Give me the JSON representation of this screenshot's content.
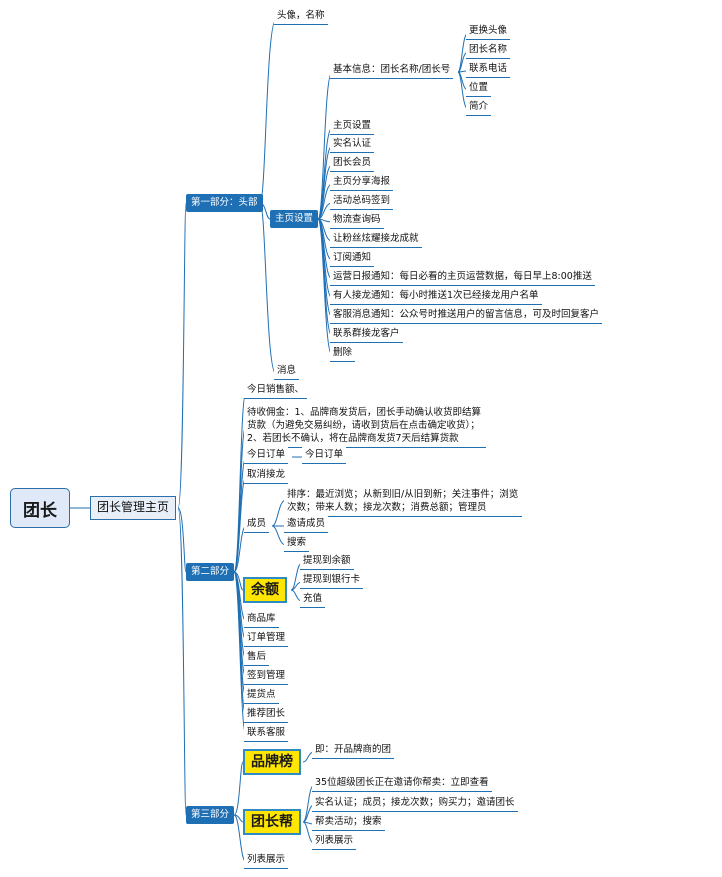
{
  "root": "团长",
  "hub": "团长管理主页",
  "sections": {
    "header": "第一部分：头部",
    "part2": "第二部分",
    "part3": "第三部分"
  },
  "header_branch": {
    "avatar_name": "头像，名称",
    "homepage_settings": "主页设置",
    "basic_info": "基本信息：团长名称/团长号",
    "basic_info_items": [
      "更换头像",
      "团长名称",
      "联系电话",
      "位置",
      "简介"
    ],
    "settings_items": [
      "主页设置",
      "实名认证",
      "团长会员",
      "主页分享海报",
      "活动总码签到",
      "物流查询码",
      "让粉丝炫耀接龙成就",
      "订阅通知",
      "运营日报通知：每日必看的主页运营数据，每日早上8:00推送",
      "有人接龙通知：每小时推送1次已经接龙用户名单",
      "客服消息通知：公众号时推送用户的留言信息，可及时回复客户",
      "联系群接龙客户",
      "删除"
    ],
    "messages": "消息"
  },
  "part2_branch": {
    "today_sales": "今日销售额、",
    "pending_commission": "待收佣金：1、品牌商发货后，团长手动确认收货即结算货款（为避免交易纠纷，请收到货后在点击确定收货）；2、若团长不确认，将在品牌商发货7天后结算货款",
    "today_order": "今日订单",
    "today_order_child": "今日订单",
    "cancel_order": "取消接龙",
    "members": "成员",
    "member_items": [
      "排序：最近浏览；从新到旧/从旧到新；关注事件；浏览次数；带来人数；接龙次数；消费总额；管理员",
      "邀请成员",
      "搜索"
    ],
    "balance": "余额",
    "balance_items": [
      "提现到余额",
      "提现到银行卡",
      "充值"
    ],
    "other_items": [
      "商品库",
      "订单管理",
      "售后",
      "签到管理",
      "提货点",
      "推荐团长",
      "联系客服"
    ]
  },
  "part3_branch": {
    "brand_rank": "品牌榜",
    "brand_rank_child": "即：开品牌商的团",
    "group_help": "团长帮",
    "group_help_items": [
      "35位超级团长正在邀请你帮卖：立即查看",
      "实名认证；成员；接龙次数；购买力；邀请团长",
      "帮卖活动；搜索",
      "列表展示"
    ],
    "list_display": "列表展示"
  }
}
